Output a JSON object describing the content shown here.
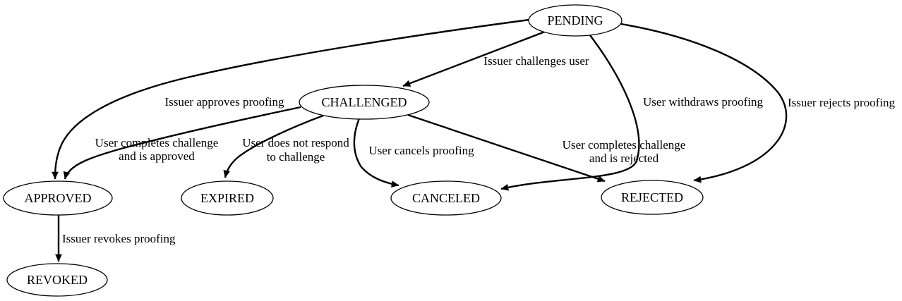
{
  "diagram": {
    "type": "state-transition-graph",
    "colors": {
      "background": "#ffffff",
      "stroke": "#000000",
      "text": "#000000",
      "node_fill": "#ffffff"
    },
    "nodes": [
      {
        "id": "pending",
        "label": "PENDING"
      },
      {
        "id": "challenged",
        "label": "CHALLENGED"
      },
      {
        "id": "approved",
        "label": "APPROVED"
      },
      {
        "id": "expired",
        "label": "EXPIRED"
      },
      {
        "id": "canceled",
        "label": "CANCELED"
      },
      {
        "id": "rejected",
        "label": "REJECTED"
      },
      {
        "id": "revoked",
        "label": "REVOKED"
      }
    ],
    "edges": [
      {
        "from": "PENDING",
        "to": "CHALLENGED",
        "lines": [
          "Issuer challenges user"
        ]
      },
      {
        "from": "PENDING",
        "to": "APPROVED",
        "lines": [
          "Issuer approves proofing"
        ]
      },
      {
        "from": "CHALLENGED",
        "to": "APPROVED",
        "lines": [
          "User completes challenge",
          "and is approved"
        ]
      },
      {
        "from": "CHALLENGED",
        "to": "EXPIRED",
        "lines": [
          "User does not respond",
          "to challenge"
        ]
      },
      {
        "from": "CHALLENGED",
        "to": "CANCELED",
        "lines": [
          "User cancels proofing"
        ]
      },
      {
        "from": "CHALLENGED",
        "to": "REJECTED",
        "lines": [
          "User completes challenge",
          "and is rejected"
        ]
      },
      {
        "from": "PENDING",
        "to": "CANCELED",
        "lines": [
          "User withdraws proofing"
        ]
      },
      {
        "from": "PENDING",
        "to": "REJECTED",
        "lines": [
          "Issuer rejects proofing"
        ]
      },
      {
        "from": "APPROVED",
        "to": "REVOKED",
        "lines": [
          "Issuer revokes proofing"
        ]
      }
    ]
  }
}
